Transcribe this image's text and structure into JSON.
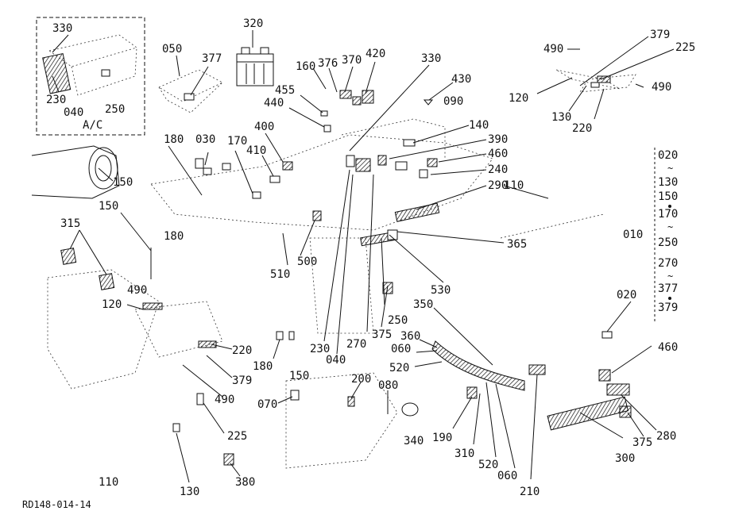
{
  "document_id": "RD148-014-14",
  "inset_caption": "A/C",
  "part_labels": [
    "330",
    "230",
    "040",
    "250",
    "050",
    "377",
    "320",
    "160",
    "376",
    "370",
    "420",
    "455",
    "440",
    "330",
    "430",
    "090",
    "140",
    "390",
    "460",
    "240",
    "290",
    "400",
    "410",
    "180",
    "030",
    "170",
    "150",
    "110",
    "315",
    "150",
    "180",
    "490",
    "510",
    "500",
    "365",
    "530",
    "250",
    "350",
    "270",
    "375",
    "230",
    "040",
    "360",
    "060",
    "520",
    "120",
    "220",
    "379",
    "180",
    "490",
    "150",
    "070",
    "200",
    "080",
    "225",
    "130",
    "380",
    "110",
    "340",
    "190",
    "310",
    "520",
    "060",
    "210",
    "300",
    "375",
    "280",
    "460",
    "020",
    "490",
    "379",
    "225",
    "120",
    "130",
    "220",
    "490",
    "020",
    "130",
    "150",
    "170",
    "010",
    "250",
    "270",
    "377",
    "379"
  ]
}
